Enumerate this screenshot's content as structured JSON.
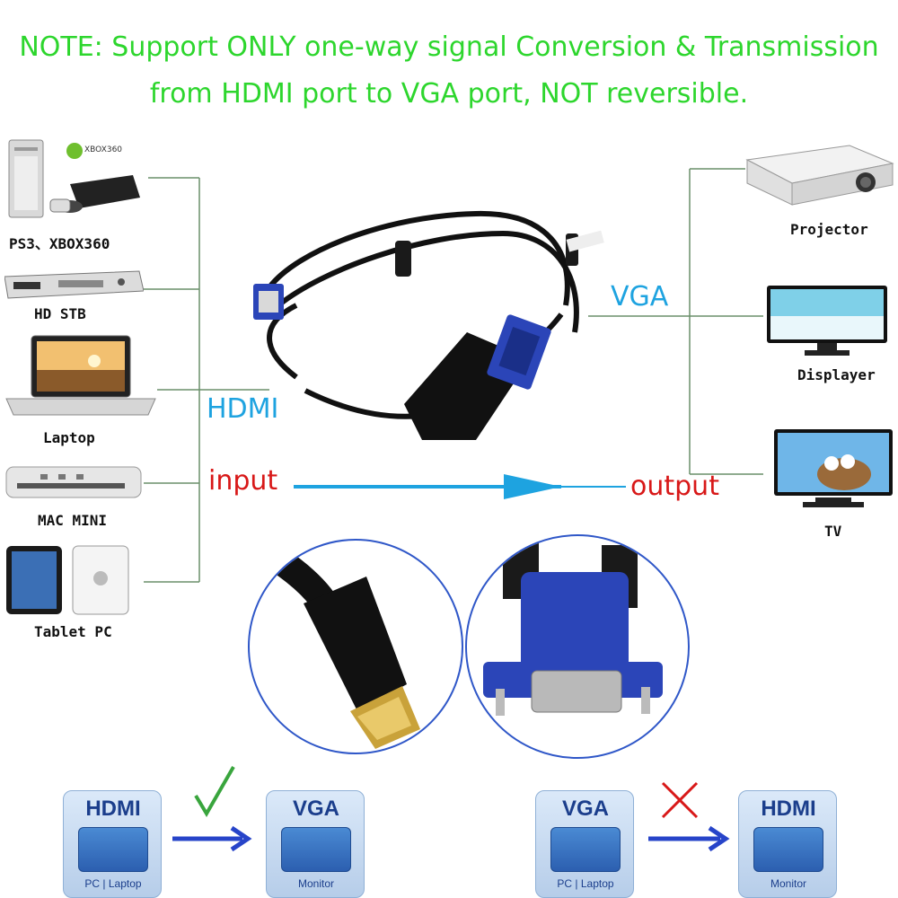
{
  "note": {
    "line1": "NOTE: Support ONLY one-way signal Conversion & Transmission",
    "line2": "from HDMI port to VGA port, NOT reversible."
  },
  "sources": [
    {
      "label": "PS3、XBOX360",
      "icon": "game-console-icon",
      "badge": "XBOX360"
    },
    {
      "label": "HD STB",
      "icon": "set-top-box-icon"
    },
    {
      "label": "Laptop",
      "icon": "laptop-icon"
    },
    {
      "label": "MAC MINI",
      "icon": "mac-mini-icon"
    },
    {
      "label": "Tablet PC",
      "icon": "tablet-icon"
    }
  ],
  "destinations": [
    {
      "label": "Projector",
      "icon": "projector-icon"
    },
    {
      "label": "Displayer",
      "icon": "monitor-icon"
    },
    {
      "label": "TV",
      "icon": "tv-icon"
    }
  ],
  "ports": {
    "hdmi": "HDMI",
    "vga": "VGA",
    "input": "input",
    "output": "output"
  },
  "flows": [
    {
      "from": {
        "title": "HDMI",
        "sub": "PC | Laptop"
      },
      "to": {
        "title": "VGA",
        "sub": "Monitor"
      },
      "mark": "check-icon",
      "allowed": true
    },
    {
      "from": {
        "title": "VGA",
        "sub": "PC | Laptop"
      },
      "to": {
        "title": "HDMI",
        "sub": "Monitor"
      },
      "mark": "cross-icon",
      "allowed": false
    }
  ],
  "colors": {
    "note": "#2dd62d",
    "port_label": "#1ea3e0",
    "direction_label": "#d81818",
    "arrow": "#1ea3e0",
    "connector_lines": "#6a8f6a",
    "vga_connector": "#2b45b8"
  }
}
